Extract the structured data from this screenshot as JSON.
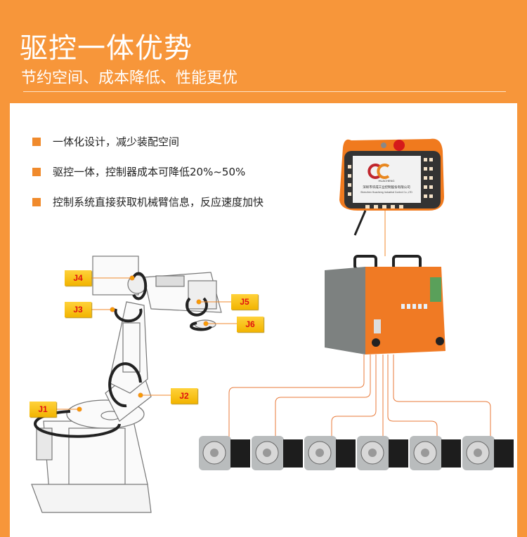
{
  "header": {
    "title": "驱控一体优势",
    "subtitle": "节约空间、成本降低、性能更优"
  },
  "bullets": [
    "一体化设计，减少装配空间",
    "驱控一体，控制器成本可降低20%~50%",
    "控制系统直接获取机械臂信息，反应速度加快"
  ],
  "joints": {
    "j1": "J1",
    "j2": "J2",
    "j3": "J3",
    "j4": "J4",
    "j5": "J5",
    "j6": "J6"
  },
  "pendant": {
    "brand": "HUACHENG",
    "company_cn": "深圳市华成工业控制股份有限公司",
    "company_en": "Shenzhen Huacheng Industrial Control Co.,LTD"
  },
  "colors": {
    "background": "#F7963A",
    "accent": "#F08A2C",
    "label": "#F5C000"
  }
}
